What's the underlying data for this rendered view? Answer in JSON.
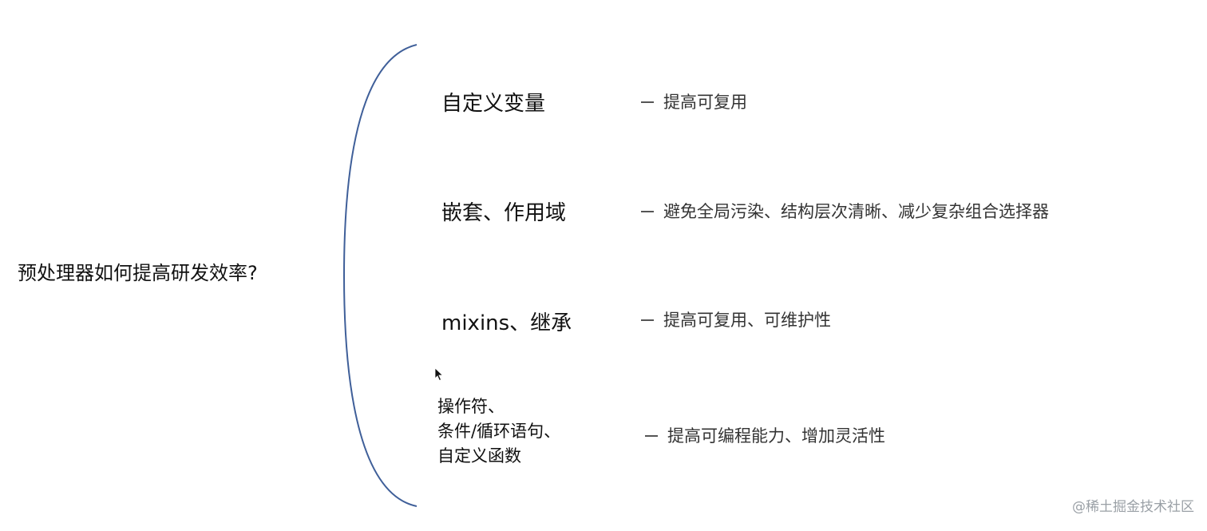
{
  "root_topic": "预处理器如何提高研发效率?",
  "branches": [
    {
      "label": "自定义变量",
      "benefit": "提高可复用"
    },
    {
      "label": "嵌套、作用域",
      "benefit": "避免全局污染、结构层次清晰、减少复杂组合选择器"
    },
    {
      "label": "mixins、继承",
      "benefit": "提高可复用、可维护性"
    },
    {
      "label_lines": [
        "操作符、",
        "条件/循环语句、",
        "自定义函数"
      ],
      "benefit": "提高可编程能力、增加灵活性"
    }
  ],
  "watermark": "@稀土掘金技术社区",
  "colors": {
    "brace": "#3f5f99",
    "text": "#111111",
    "benefit_text": "#333333",
    "watermark": "#9aa0a6"
  },
  "icons": {
    "cursor": "mouse-pointer-icon"
  }
}
